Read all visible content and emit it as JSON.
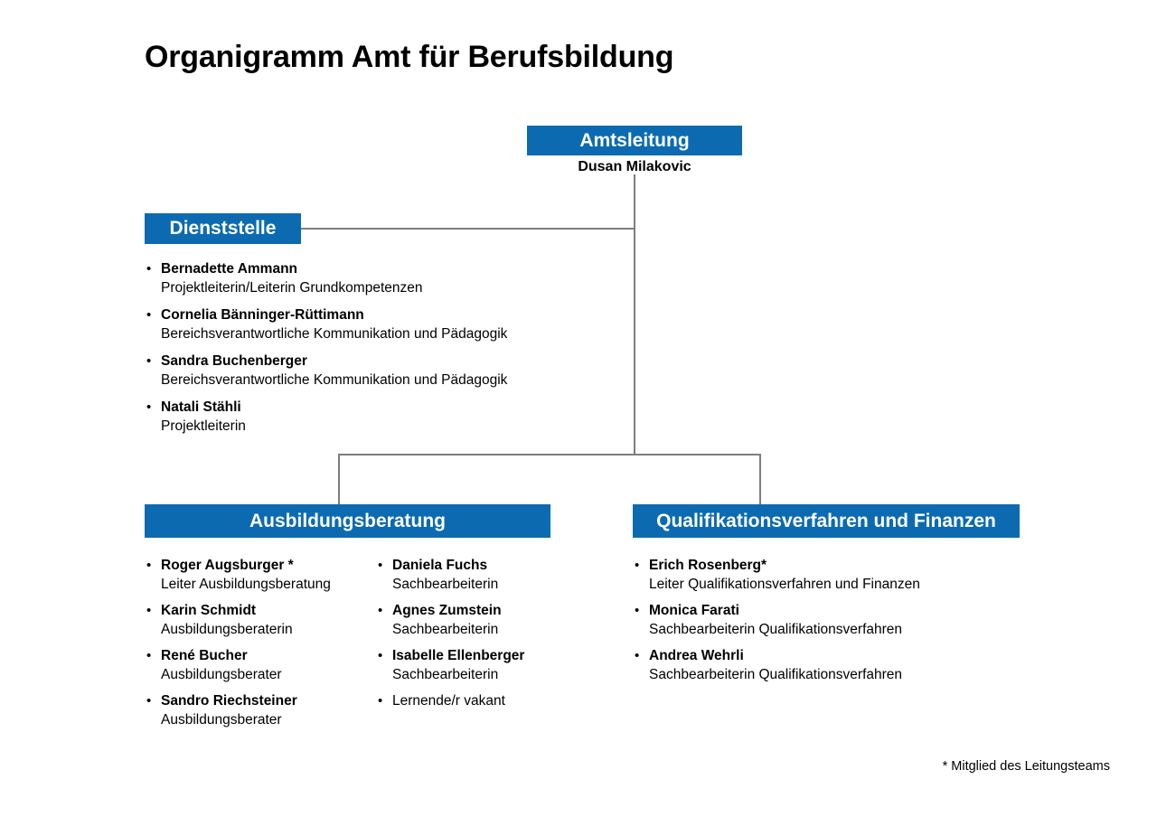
{
  "page": {
    "title": "Organigramm Amt für Berufsbildung",
    "footnote": "* Mitglied des Leitungsteams",
    "accent_color": "#0C6BB0",
    "line_color": "#7E7E7E",
    "background_color": "#FFFFFF"
  },
  "top_unit": {
    "box_label": "Amtsleitung",
    "leader_name": "Dusan Milakovic"
  },
  "dienststelle": {
    "box_label": "Dienststelle",
    "people": [
      {
        "bullet": "•",
        "name": "Bernadette Ammann",
        "role": "Projektleiterin/Leiterin Grundkompetenzen"
      },
      {
        "bullet": "•",
        "name": "Cornelia Bänninger-Rüttimann",
        "role": "Bereichsverantwortliche Kommunikation und Pädagogik"
      },
      {
        "bullet": "•",
        "name": "Sandra Buchenberger",
        "role": "Bereichsverantwortliche Kommunikation und Pädagogik"
      },
      {
        "bullet": "•",
        "name": "Natali Stähli",
        "role": "Projektleiterin"
      }
    ]
  },
  "ausbildungsberatung": {
    "box_label": "Ausbildungsberatung",
    "column_a": [
      {
        "bullet": "•",
        "name": "Roger Augsburger *",
        "role": "Leiter Ausbildungsberatung"
      },
      {
        "bullet": "•",
        "name": "Karin Schmidt",
        "role": "Ausbildungsberaterin"
      },
      {
        "bullet": "•",
        "name": "René Bucher",
        "role": "Ausbildungsberater"
      },
      {
        "bullet": "•",
        "name": "Sandro Riechsteiner",
        "role": "Ausbildungsberater"
      }
    ],
    "column_b": [
      {
        "bullet": "•",
        "name": "Daniela Fuchs",
        "role": "Sachbearbeiterin"
      },
      {
        "bullet": "•",
        "name": "Agnes Zumstein",
        "role": "Sachbearbeiterin"
      },
      {
        "bullet": "•",
        "name": "Isabelle Ellenberger",
        "role": "Sachbearbeiterin"
      },
      {
        "bullet": "•",
        "name": "Lernende/r vakant",
        "role": ""
      }
    ]
  },
  "qualifikationsverfahren": {
    "box_label": "Qualifikationsverfahren und Finanzen",
    "people": [
      {
        "bullet": "•",
        "name": "Erich Rosenberg*",
        "role": "Leiter Qualifikationsverfahren und Finanzen"
      },
      {
        "bullet": "•",
        "name": "Monica Farati",
        "role": "Sachbearbeiterin Qualifikationsverfahren"
      },
      {
        "bullet": "•",
        "name": "Andrea Wehrli",
        "role": "Sachbearbeiterin Qualifikationsverfahren"
      }
    ]
  }
}
